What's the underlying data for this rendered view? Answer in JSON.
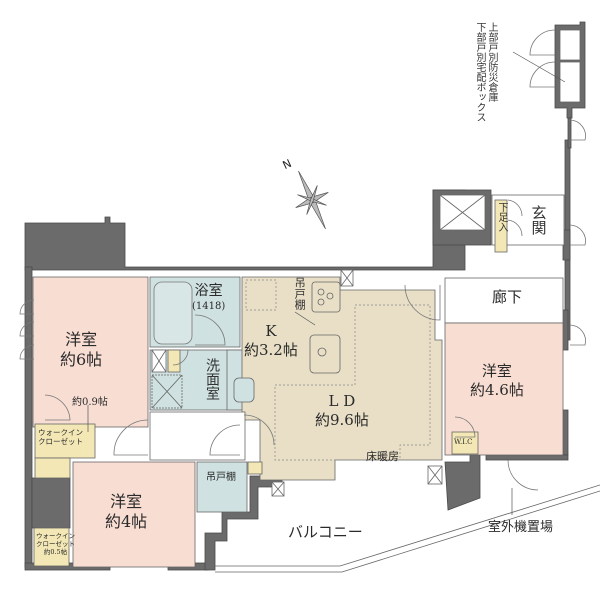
{
  "colors": {
    "wall": "#6b6b6b",
    "western_room": "#f8ddd3",
    "living": "#e8dfc6",
    "wet_area": "#cfe1e0",
    "storage": "#f3e8b5",
    "corridor": "#ffffff",
    "outline": "#555555"
  },
  "annotations": {
    "storage_note_line1": "上部戸別防災倉庫",
    "storage_note_line2": "下部戸別宅配ボックス",
    "compass_north": "N"
  },
  "rooms": {
    "bedroom_1": {
      "name": "洋室",
      "size": "約6帖"
    },
    "walk_in_closet_1": {
      "line1": "ウォークイン",
      "line2": "クローゼット",
      "size": "約0.9帖"
    },
    "bath": {
      "name": "浴室",
      "spec": "(1418)"
    },
    "washroom": {
      "name": "洗面室"
    },
    "kitchen": {
      "name": "K",
      "size": "約3.2帖",
      "cabinet": "吊戸棚"
    },
    "ld": {
      "name": "L D",
      "size": "約9.6帖",
      "floor_heating": "床暖房"
    },
    "entrance": {
      "name": "玄関",
      "shoe_storage": "下足入"
    },
    "corridor": {
      "name": "廊下"
    },
    "bedroom_2": {
      "name": "洋室",
      "size": "約4.6帖",
      "closet": "W.I.C"
    },
    "bedroom_3": {
      "name": "洋室",
      "size": "約4帖"
    },
    "walk_in_closet_2": {
      "line1": "ウォークイン",
      "line2": "クローゼット",
      "size": "約0.5帖"
    },
    "toilet": {
      "cabinet": "吊戸棚"
    },
    "balcony": {
      "name": "バルコニー"
    },
    "ac_unit": {
      "name": "室外機置場"
    }
  }
}
